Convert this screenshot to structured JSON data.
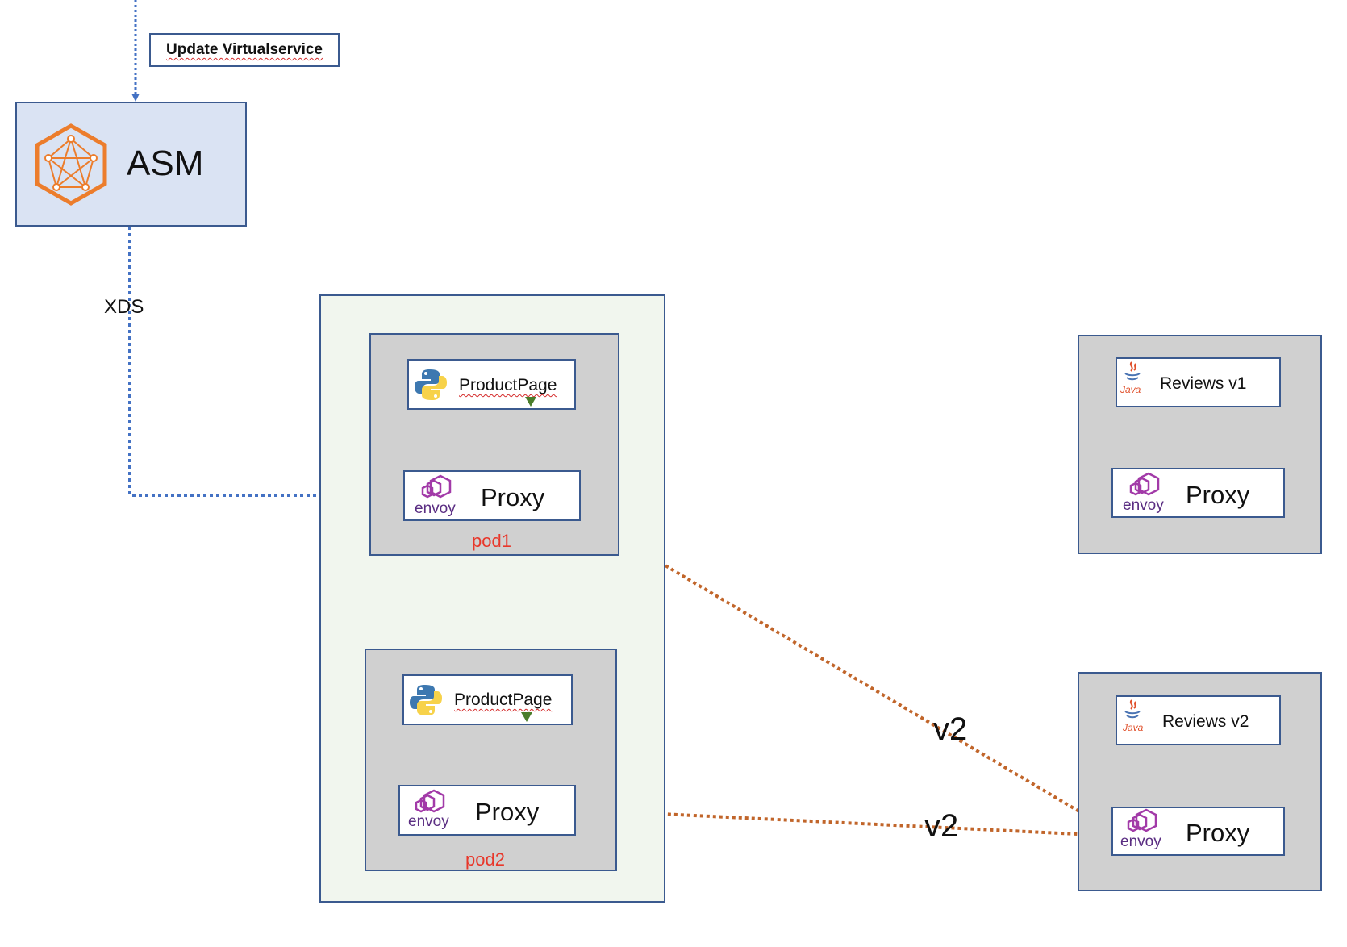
{
  "update_label": "Update Virtualservice",
  "asm": {
    "label": "ASM",
    "icon": "service-mesh-hexagon-icon",
    "color": "#ec7d2c"
  },
  "xds_label": "XDS",
  "pods": [
    {
      "app_label": "ProductPage",
      "app_icon": "python-icon",
      "proxy_label": "Proxy",
      "envoy_label": "envoy",
      "pod_label": "pod1"
    },
    {
      "app_label": "ProductPage",
      "app_icon": "python-icon",
      "proxy_label": "Proxy",
      "envoy_label": "envoy",
      "pod_label": "pod2"
    }
  ],
  "reviews": [
    {
      "app_label": "Reviews v1",
      "app_icon": "java-icon",
      "java_text": "Java",
      "proxy_label": "Proxy",
      "envoy_label": "envoy"
    },
    {
      "app_label": "Reviews v2",
      "app_icon": "java-icon",
      "java_text": "Java",
      "proxy_label": "Proxy",
      "envoy_label": "envoy"
    }
  ],
  "routes": [
    {
      "from": "pod1-proxy",
      "to": "reviews-v2-proxy",
      "label": "v2",
      "color": "#c1652a"
    },
    {
      "from": "pod2-proxy",
      "to": "reviews-v2-proxy",
      "label": "v2",
      "color": "#c1652a"
    }
  ],
  "colors": {
    "control_line": "#4472c4",
    "border": "#3b5a8f",
    "pod_label": "#e8372a",
    "envoy": "#a23aa8"
  }
}
